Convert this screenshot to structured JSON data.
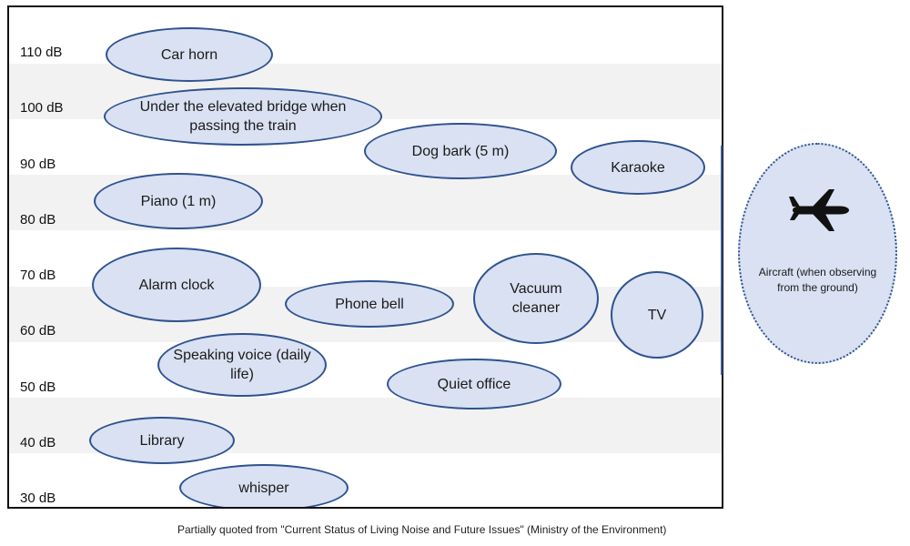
{
  "chart": {
    "y_axis_labels": [
      "110 dB",
      "100 dB",
      "90 dB",
      "80 dB",
      "70 dB",
      "60 dB",
      "50 dB",
      "40 dB",
      "30 dB"
    ],
    "sources": [
      {
        "id": "car-horn",
        "label": "Car horn",
        "db": 110
      },
      {
        "id": "elevated-bridge",
        "label": "Under the elevated bridge when passing the train",
        "db": 100
      },
      {
        "id": "dog-bark",
        "label": "Dog bark (5 m)",
        "db": 93
      },
      {
        "id": "karaoke",
        "label": "Karaoke",
        "db": 90
      },
      {
        "id": "piano",
        "label": "Piano (1 m)",
        "db": 83
      },
      {
        "id": "alarm-clock",
        "label": "Alarm clock",
        "db": 71
      },
      {
        "id": "phone-bell",
        "label": "Phone bell",
        "db": 67
      },
      {
        "id": "vacuum-cleaner",
        "label": "Vacuum cleaner",
        "db": 67
      },
      {
        "id": "tv",
        "label": "TV",
        "db": 64
      },
      {
        "id": "speaking-voice",
        "label": "Speaking voice (daily life)",
        "db": 56
      },
      {
        "id": "quiet-office",
        "label": "Quiet office",
        "db": 50
      },
      {
        "id": "library",
        "label": "Library",
        "db": 40
      },
      {
        "id": "whisper",
        "label": "whisper",
        "db": 32
      }
    ],
    "aircraft": {
      "label": "Aircraft (when observing from the ground)",
      "icon": "airplane-icon"
    }
  },
  "footer": {
    "source_note": "Partially quoted from \"Current Status of Living Noise and Future Issues\" (Ministry of the Environment)"
  },
  "colors": {
    "ellipse_fill": "#d9e1f2",
    "ellipse_border": "#2f528f",
    "band_fill": "#f2f2f2"
  }
}
